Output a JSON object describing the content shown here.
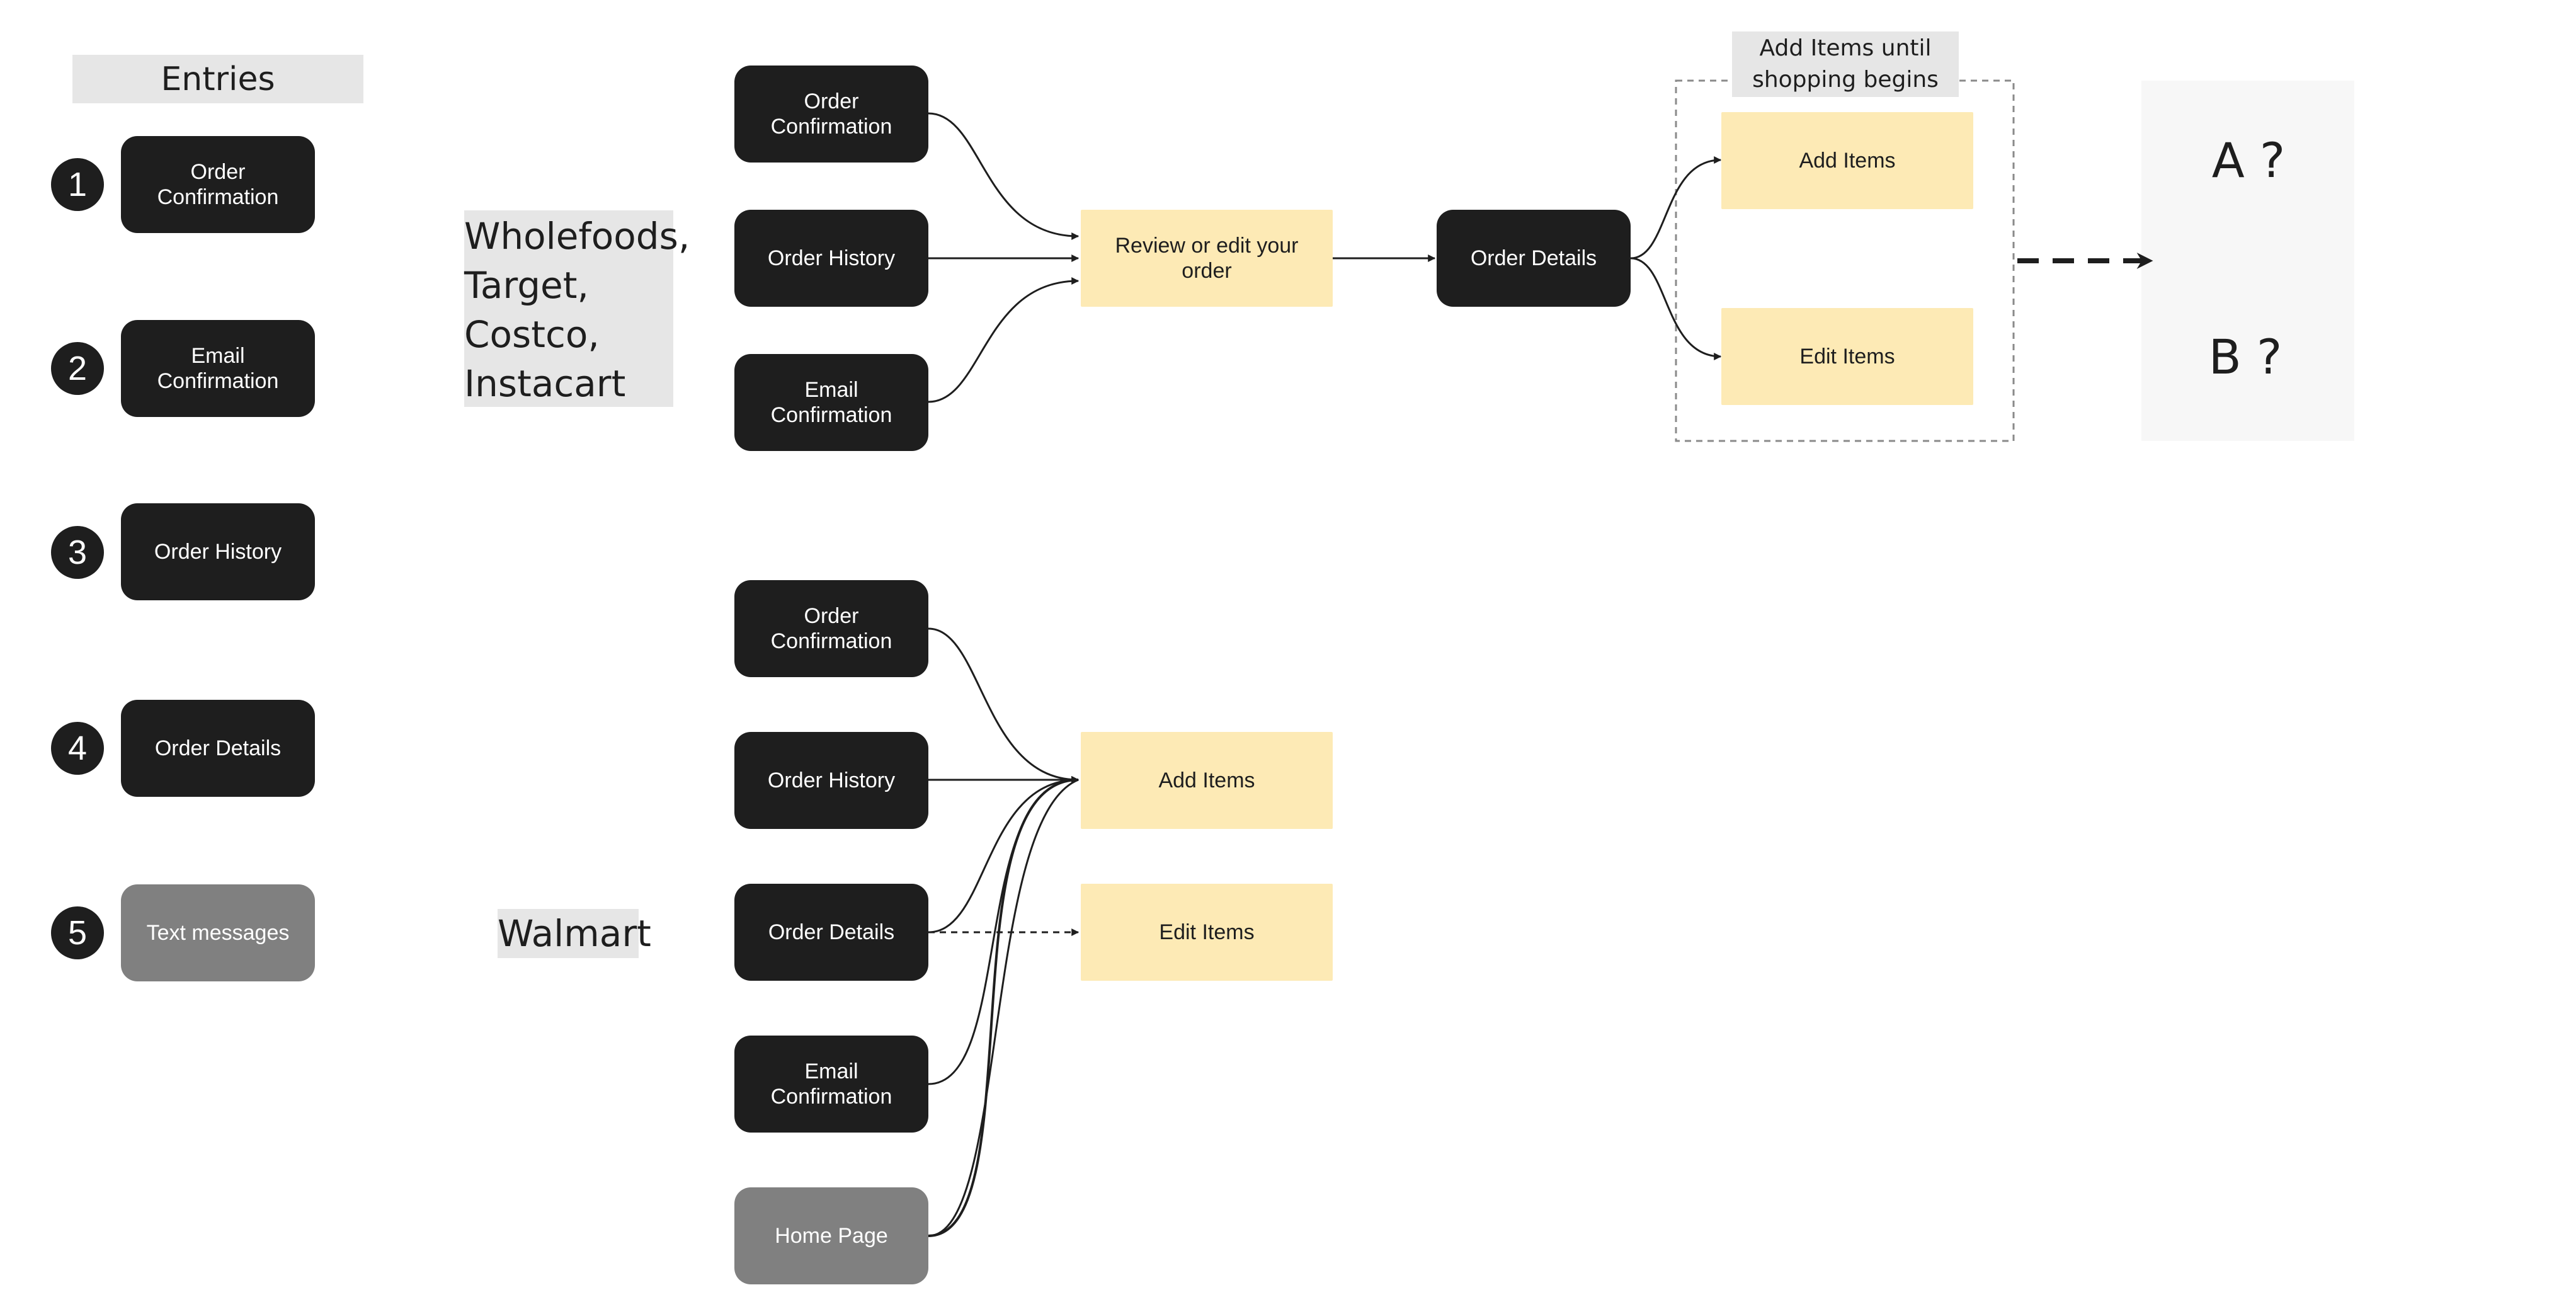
{
  "entries": {
    "title": "Entries",
    "items": [
      {
        "number": "1",
        "label": "Order\nConfirmation",
        "style": "dark"
      },
      {
        "number": "2",
        "label": "Email\nConfirmation",
        "style": "dark"
      },
      {
        "number": "3",
        "label": "Order History",
        "style": "dark"
      },
      {
        "number": "4",
        "label": "Order Details",
        "style": "dark"
      },
      {
        "number": "5",
        "label": "Text messages",
        "style": "gray"
      }
    ]
  },
  "flow_top": {
    "retailers": "Wholefoods,\nTarget,\nCostco,\nInstacart",
    "sources": [
      "Order\nConfirmation",
      "Order History",
      "Email\nConfirmation"
    ],
    "review": "Review or edit your\norder",
    "order_details": "Order Details",
    "group_label": "Add Items until\nshopping begins",
    "add_items": "Add Items",
    "edit_items": "Edit Items",
    "option_a": "A ?",
    "option_b": "B ?"
  },
  "flow_bottom": {
    "retailer": "Walmart",
    "sources": [
      "Order\nConfirmation",
      "Order History",
      "Order Details",
      "Email\nConfirmation",
      "Home Page"
    ],
    "add_items": "Add Items",
    "edit_items": "Edit Items"
  },
  "colors": {
    "dark_node": "#1e1e1e",
    "gray_node": "#808080",
    "yellow_node": "#fdeab5",
    "label_bg": "#e6e6e6",
    "option_bg": "#f7f7f7"
  }
}
